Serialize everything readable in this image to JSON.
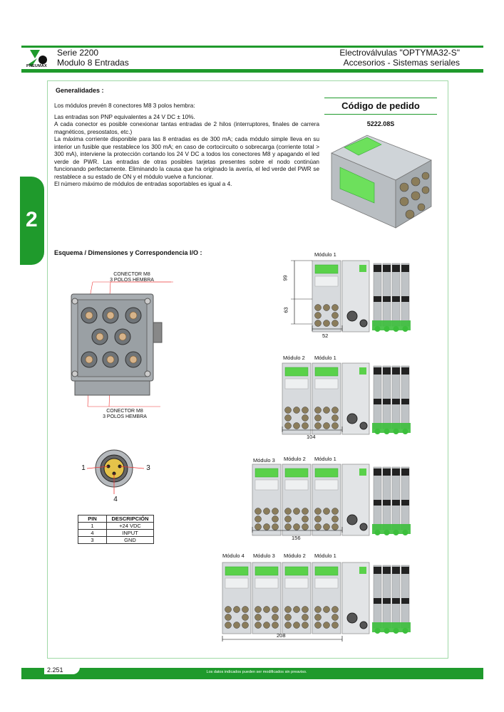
{
  "header": {
    "brand": "PNEUMAX",
    "series": "Serie 2200",
    "module_title": "Modulo 8 Entradas",
    "product_line": "Electroválvulas \"OPTYMA32-S\"",
    "section": "Accesorios - Sistemas seriales"
  },
  "side_tab": {
    "number": "2"
  },
  "generalidades": {
    "title": "Generalidades :",
    "p1": "Los módulos prevén 8 conectores M8 3 polos hembra:",
    "p2": "Las entradas son PNP equivalentes a 24 V DC ± 10%.",
    "p3": "A cada conector es posible conexionar tantas entradas de 2 hilos (interruptores, finales de carrera magnéticos, presostatos, etc.)",
    "p4": "La máxima corriente disponible para las 8 entradas es de 300 mA; cada módulo simple lleva en su interior un fusible que restablece los 300 mA; en caso de cortocircuito o sobrecarga (corriente total > 300 mA), interviene la protección cortando los 24 V DC a todos los conectores M8 y apagando el led verde de PWR. Las entradas de otras posibles tarjetas presentes sobre el nodo continúan funcionando perfectamente. Eliminando la causa que ha originado la avería, el led verde del PWR se restablece a su estado de ON y el módulo vuelve a funcionar.",
    "p5": "El número máximo de módulos de entradas soportables es igual a 4."
  },
  "codigo": {
    "title": "Código de pedido",
    "code": "5222.08S"
  },
  "esquema": {
    "title": "Esquema / Dimensiones y Correspondencia I/O :"
  },
  "connector_labels": {
    "top": "CONECTOR M8\n3 POLOS HEMBRA",
    "bottom": "CONECTOR M8\n3 POLOS HEMBRA"
  },
  "pin_labels": {
    "left": "1",
    "right": "3",
    "bottom": "4"
  },
  "pin_table": {
    "headers": [
      "PIN",
      "DESCRIPCIÓN"
    ],
    "rows": [
      [
        "1",
        "+24 VDC"
      ],
      [
        "4",
        "INPUT"
      ],
      [
        "3",
        "GND"
      ]
    ]
  },
  "modules": {
    "m1": "Módulo 1",
    "m2": "Módulo 2",
    "m3": "Módulo 3",
    "m4": "Módulo 4"
  },
  "dimensions": {
    "h1": "99",
    "h2": "63",
    "w1": "52",
    "w2": "104",
    "w3": "156",
    "w4": "208"
  },
  "footer": {
    "page": "2.251",
    "note": "Los datos indicados pueden ser modificados sin preaviso."
  },
  "colors": {
    "brand_green": "#1f9a2c",
    "led_green": "#5ad14a"
  }
}
